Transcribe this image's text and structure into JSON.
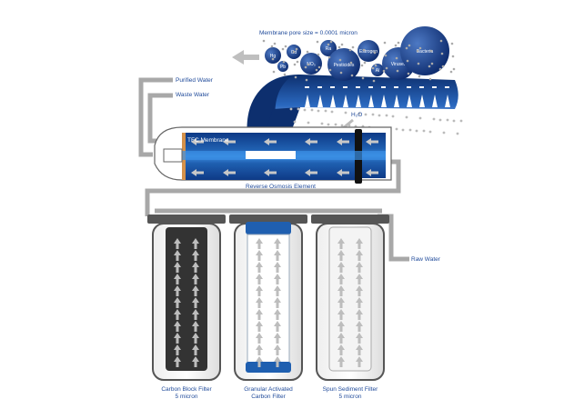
{
  "title": "Membrane pore size = 0.0001 micron",
  "contaminants": [
    {
      "label": "Hg"
    },
    {
      "label": "Pb"
    },
    {
      "label": "Cd"
    },
    {
      "label": "NO₃"
    },
    {
      "label": "Ra"
    },
    {
      "label": "Pesticides"
    },
    {
      "label": "Estrogen"
    },
    {
      "label": "Al"
    },
    {
      "label": "Viruses"
    },
    {
      "label": "Bacteria"
    }
  ],
  "labels": {
    "purified_water": "Purified Water",
    "waste_water": "Waste Water",
    "tfc_membrane": "TFC Membrane",
    "h2o": "H₂O",
    "ro_element": "Reverse Osmosis Element",
    "raw_water": "Raw Water"
  },
  "filters": [
    {
      "line1": "Carbon Block Filter",
      "line2": "5 micron"
    },
    {
      "line1": "Granular Activated",
      "line2": "Carbon Filter"
    },
    {
      "line1": "Spun Sediment Filter",
      "line2": "5 micron"
    }
  ],
  "colors": {
    "blue": "#1f5fb0",
    "dark_blue": "#0d2f6e",
    "pipe": "#a8a8a8",
    "label": "#1f4a9a"
  }
}
